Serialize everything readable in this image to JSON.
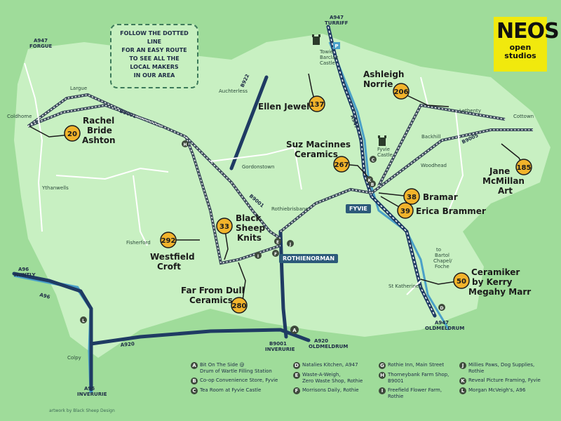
{
  "info_box": {
    "line1": "FOLLOW THE DOTTED LINE",
    "line2": "FOR AN EASY ROUTE",
    "line3": "TO SEE ALL THE",
    "line4": "LOCAL MAKERS",
    "line5": "IN OUR AREA"
  },
  "logo": {
    "big": "NEOS",
    "small": "open studios"
  },
  "towns": {
    "fyvie": "FYVIE",
    "rothienorman": "ROTHIENORMAN"
  },
  "road_labels": {
    "a947_turriff": "A947\nTURRIFF",
    "a947_turriff_1": "A947",
    "a947_turriff_2": "TURRIFF",
    "a947_forgue_1": "A947",
    "a947_forgue_2": "FORGUE",
    "a96_huntly_1": "A96",
    "a96_huntly_2": "HUNTLY",
    "a96_inverurie_1": "A96",
    "a96_inverurie_2": "INVERURIE",
    "b9001_inverurie_1": "B9001",
    "b9001_inverurie_2": "INVERURIE",
    "a920_oldmeldrum_1": "A920",
    "a920_oldmeldrum_2": "OLDMELDRUM",
    "a947_oldmeldrum_1": "A947",
    "a947_oldmeldrum_2": "OLDMELDRUM",
    "b9001_north": "B9001",
    "b9001_mid": "B9001",
    "b922": "B922",
    "a947_mid": "A947",
    "b9005": "B9005",
    "a96_road": "A96",
    "a920_road": "A920"
  },
  "place_labels": {
    "largue": "Largue",
    "coldhome": "Coldhome",
    "ythanwells": "Ythanwells",
    "auchterless": "Auchterless",
    "gordonstown": "Gordonstown",
    "rothiebrisbane": "Rothiebrisbane",
    "fisherford": "Fisherford",
    "towie1": "Towie",
    "towie2": "Barclay",
    "towie3": "Castle",
    "fyvie_castle1": "Fyvie",
    "fyvie_castle2": "Castle",
    "lethenty": "Lethenty",
    "cottown": "Cottown",
    "backhill": "Backhill",
    "woodhead": "Woodhead",
    "st_katherines": "St Katherines",
    "colpy": "Colpy",
    "bartol1": "to",
    "bartol2": "Bartol",
    "bartol3": "Chapel/",
    "bartol4": "Foche"
  },
  "makers": [
    {
      "num": "20",
      "l1": "Rachel",
      "l2": "Bride",
      "l3": "Ashton"
    },
    {
      "num": "137",
      "l1": "Ellen Jewel"
    },
    {
      "num": "206",
      "l1": "Ashleigh",
      "l2": "Norrie"
    },
    {
      "num": "267",
      "l1": "Suz Macinnes",
      "l2": "Ceramics"
    },
    {
      "num": "38",
      "l1": "Bramar"
    },
    {
      "num": "39",
      "l1": "Erica Brammer"
    },
    {
      "num": "185",
      "l1": "Jane",
      "l2": "McMillan",
      "l3": "Art"
    },
    {
      "num": "33",
      "l1": "Black",
      "l2": "Sheep",
      "l3": "Knits"
    },
    {
      "num": "292",
      "l1": "Westfield",
      "l2": "Croft"
    },
    {
      "num": "280",
      "l1": "Far From Dull",
      "l2": "Ceramics"
    },
    {
      "num": "50",
      "l1": "Ceramiker",
      "l2": "by Kerry",
      "l3": "Megahy Marr"
    }
  ],
  "map_markers": {
    "a": "A",
    "b": "B",
    "c": "C",
    "d": "D",
    "e": "E",
    "f": "F",
    "i": "I",
    "j": "J",
    "k": "K",
    "l": "L",
    "h": "H",
    "p": "P"
  },
  "key": [
    {
      "letter": "A",
      "l1": "Bit On The Side @",
      "l2": "Drum of Wartle Filling Station"
    },
    {
      "letter": "B",
      "l1": "Co-op Convenience Store, Fyvie"
    },
    {
      "letter": "C",
      "l1": "Tea Room at Fyvie Castle"
    },
    {
      "letter": "D",
      "l1": "Natalies Kitchen, A947"
    },
    {
      "letter": "E",
      "l1": "Waste-A-Weigh,",
      "l2": "Zero Waste Shop, Rothie"
    },
    {
      "letter": "F",
      "l1": "Morrisons Daily, Rothie"
    },
    {
      "letter": "G",
      "l1": "Rothie Inn, Main Street"
    },
    {
      "letter": "H",
      "l1": "Thorneybank Farm Shop,",
      "l2": "B9001"
    },
    {
      "letter": "I",
      "l1": "Freefield Flower Farm,",
      "l2": "Rothie"
    },
    {
      "letter": "J",
      "l1": "Millies Paws, Dog Supplies,",
      "l2": "Rothie"
    },
    {
      "letter": "K",
      "l1": "Reveal Picture Framing, Fyvie"
    },
    {
      "letter": "L",
      "l1": "Morgan McVeigh's, A96"
    }
  ],
  "credit": "artwork by Black Sheep Design"
}
